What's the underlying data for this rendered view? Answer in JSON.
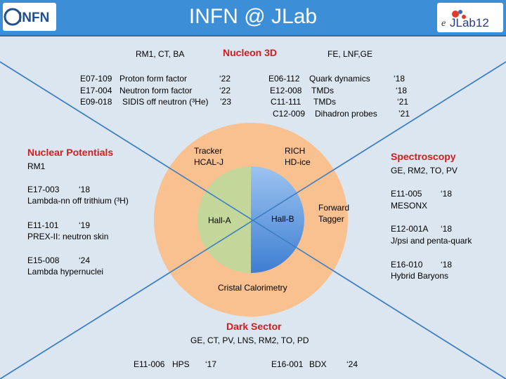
{
  "title": "INFN @ JLab",
  "logos": {
    "left": "INFN",
    "right_prefix": "e",
    "right_main": "JLab12"
  },
  "nucleon": {
    "heading": "Nucleon 3D",
    "left_groups": "RM1, CT, BA",
    "right_groups": "FE, LNF,GE",
    "rows": [
      {
        "code": "E07-109",
        "desc": "Proton form factor",
        "year": "‘22"
      },
      {
        "code": "E17-004",
        "desc": "Neutron form factor",
        "year": "‘22"
      },
      {
        "code": "E09-018",
        "desc": "SIDIS off neutron (³He)",
        "year": "’23"
      }
    ],
    "rows_right": [
      {
        "code": "E06-112",
        "desc": "Quark dynamics",
        "year": "‘18"
      },
      {
        "code": "E12-008",
        "desc": "TMDs",
        "year": "‘18"
      },
      {
        "code": "C11-111",
        "desc": "TMDs",
        "year": "‘21"
      },
      {
        "code": "C12-009",
        "desc": "Dihadron probes",
        "year": "’21"
      }
    ]
  },
  "nuclear": {
    "heading": "Nuclear Potentials",
    "groups": "RM1",
    "items": [
      {
        "code": "E17-003",
        "year": "‘18",
        "desc": "Lambda-nn off trithium (³H)"
      },
      {
        "code": "E11-101",
        "year": "‘19",
        "desc": "PREX-II: neutron skin"
      },
      {
        "code": "E15-008",
        "year": "‘24",
        "desc": "Lambda hypernuclei"
      }
    ]
  },
  "spectro": {
    "heading": "Spectroscopy",
    "groups": "GE, RM2, TO, PV",
    "items": [
      {
        "code": "E11-005",
        "year": "‘18",
        "desc": "MESONX"
      },
      {
        "code": "E12-001A",
        "year": "‘18",
        "desc": "J/psi and penta-quark"
      },
      {
        "code": "E16-010",
        "year": "‘18",
        "desc": "Hybrid Baryons"
      }
    ]
  },
  "dark": {
    "heading": "Dark Sector",
    "groups": "GE, CT, PV, LNS,  RM2, TO, PD",
    "items": [
      {
        "code": "E11-006",
        "desc": "HPS",
        "year": "‘17"
      },
      {
        "code": "E16-001",
        "desc": "BDX",
        "year": "‘24"
      }
    ]
  },
  "diagram": {
    "tracker": "Tracker",
    "hcal": "HCAL-J",
    "rich": "RICH",
    "hdice": "HD-ice",
    "forward": "Forward",
    "tagger": "Tagger",
    "halla": "Hall-A",
    "hallb": "Hall-B",
    "calorimetry": "Cristal Calorimetry"
  },
  "colors": {
    "header": "#3c8fd6",
    "orange": "#f9c18f",
    "green": "#c4d79b",
    "blue": "#4f8fdb",
    "heading_red": "#d11d1d"
  }
}
